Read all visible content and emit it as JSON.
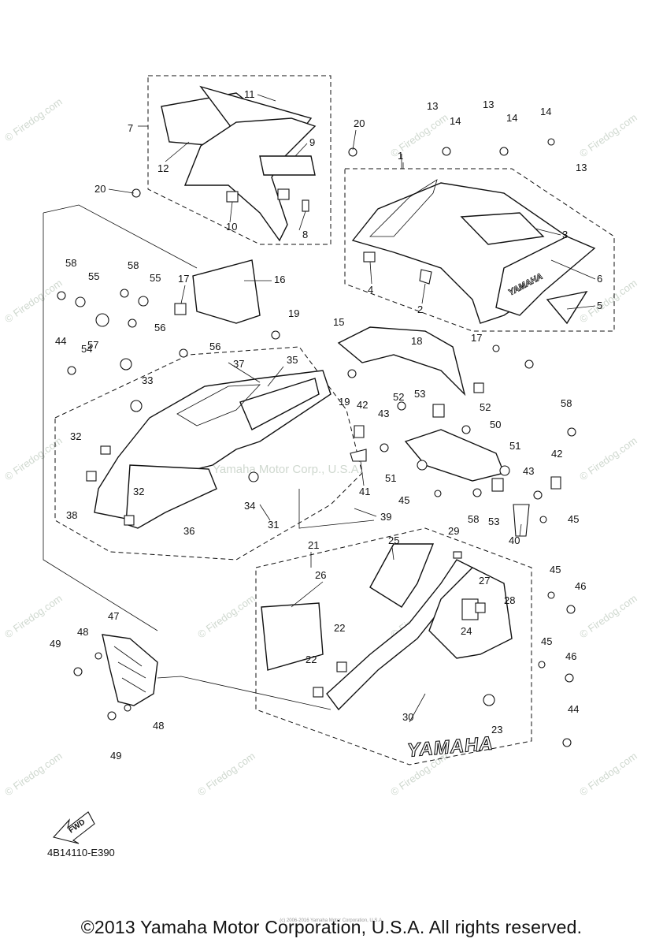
{
  "diagram": {
    "catalog_number": "4B14110-E390",
    "copyright": "©2013 Yamaha Motor Corporation, U.S.A. All rights reserved.",
    "faint_copyright": "(c) 2006-2016 Yamaha Motor Corporation, U.S.A.",
    "background_watermark": "Yamaha Motor Corp., U.S.A.",
    "site_watermark": "© Firedog.com",
    "brand_decal_text": "YAMAHA",
    "fwd_label": "FWD",
    "part_numbers": [
      "1",
      "2",
      "3",
      "4",
      "5",
      "6",
      "7",
      "8",
      "9",
      "10",
      "11",
      "12",
      "13",
      "14",
      "15",
      "16",
      "17",
      "18",
      "19",
      "20",
      "21",
      "22",
      "23",
      "24",
      "25",
      "26",
      "27",
      "28",
      "29",
      "30",
      "31",
      "32",
      "33",
      "34",
      "35",
      "36",
      "37",
      "38",
      "39",
      "40",
      "41",
      "42",
      "43",
      "44",
      "45",
      "46",
      "47",
      "48",
      "49",
      "50",
      "51",
      "52",
      "53",
      "54",
      "55",
      "56",
      "57",
      "58"
    ]
  },
  "colors": {
    "ink": "#111111",
    "watermark": "#cfd8cf",
    "background": "#ffffff"
  }
}
